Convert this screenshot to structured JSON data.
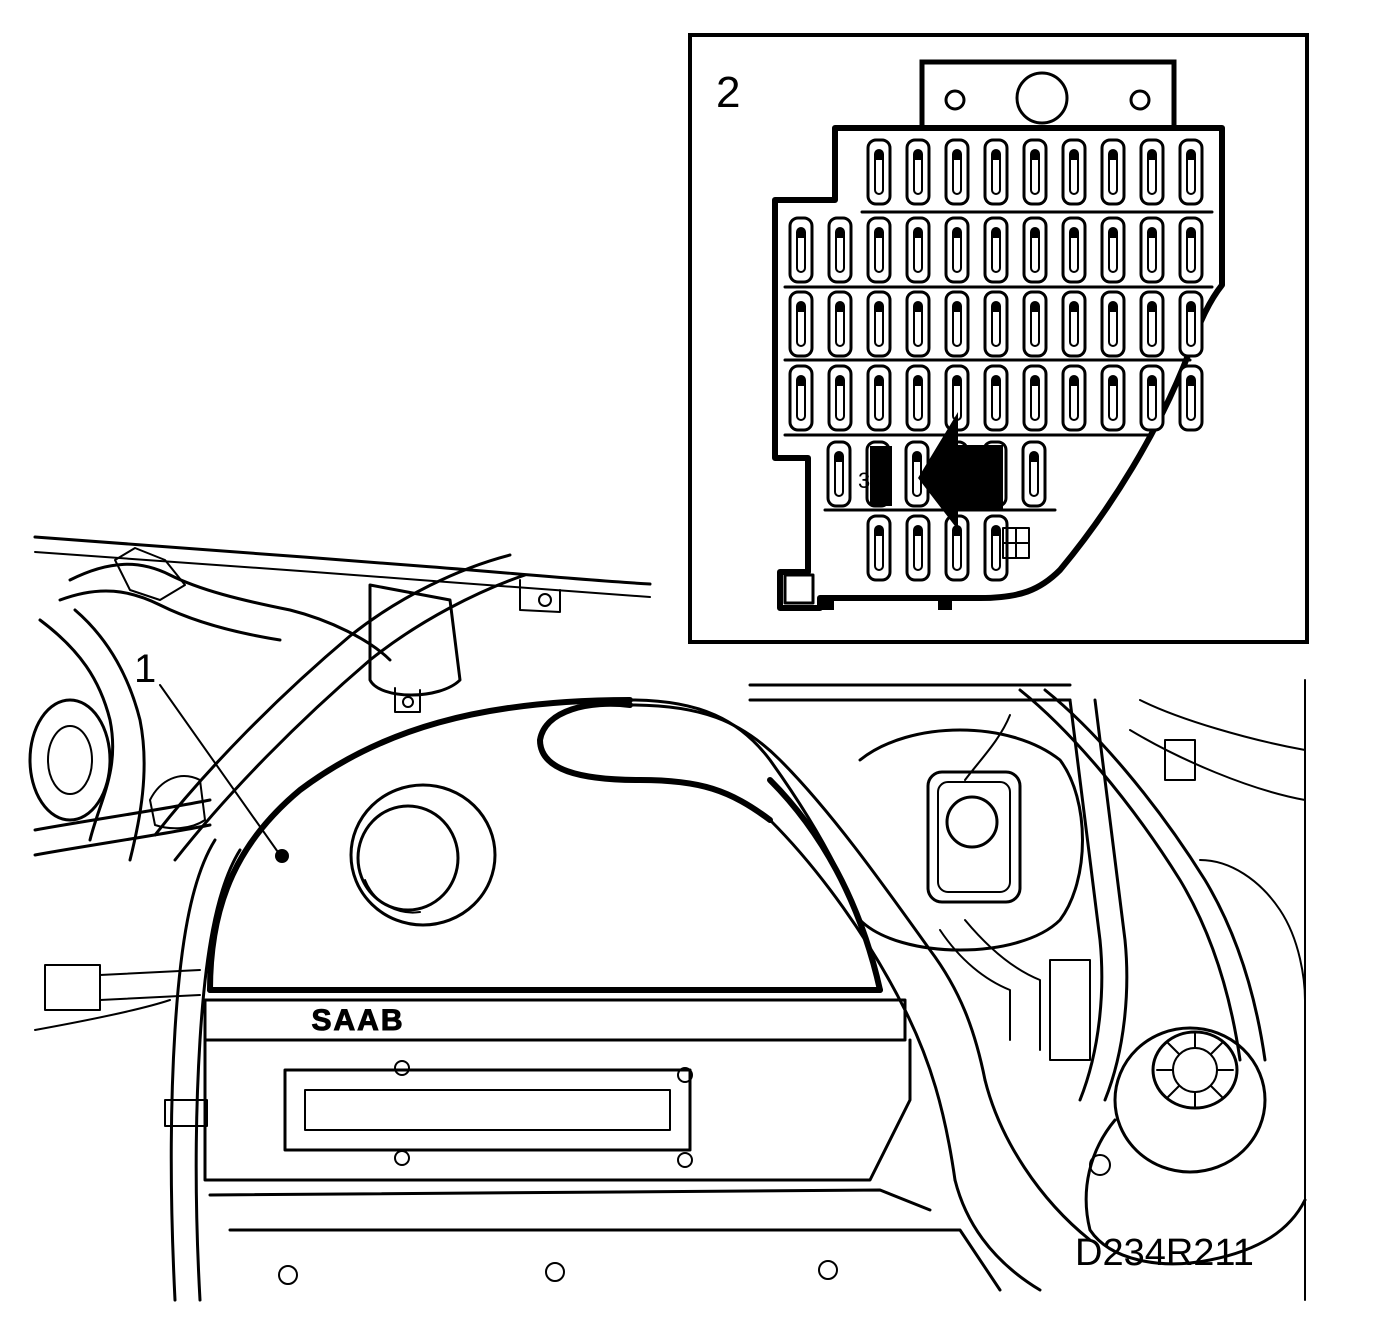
{
  "callouts": {
    "engine_item": "1",
    "fuse_box_item": "2",
    "fuse_marker": "3"
  },
  "brand_text": "SAAB",
  "figure_id": "D234R211",
  "fuse_box": {
    "rows": [
      9,
      11,
      11,
      11,
      6,
      4
    ],
    "highlighted_fuse_row": 4,
    "highlighted_fuse_col": 2
  }
}
